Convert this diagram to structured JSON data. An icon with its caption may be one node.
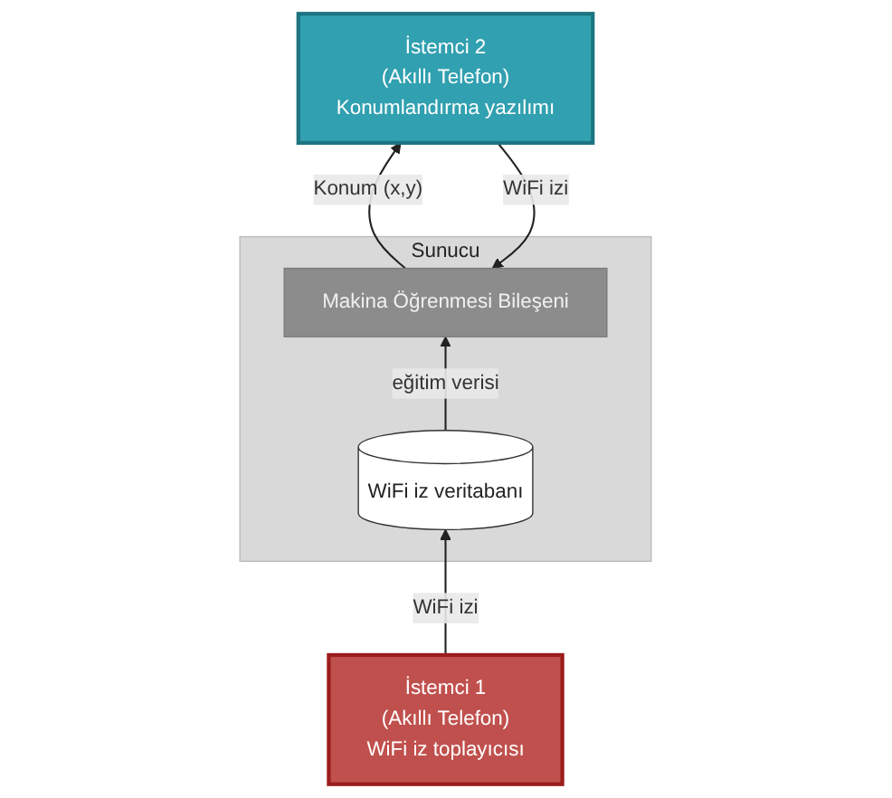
{
  "diagram": {
    "nodes": [
      {
        "text": [
          "Sunucu"
        ]
      },
      {
        "text": [
          "WiFi iz veritabanı"
        ],
        "in": 0
      },
      {
        "text": [
          "Makina Öğrenmesi Bileşeni"
        ],
        "in": 0
      },
      {
        "text": [
          "İstemci 1",
          "(Akıllı Telefon)",
          "WiFi iz toplayıcısı"
        ]
      },
      {
        "text": [
          "İstemci 2",
          "(Akıllı Telefon)",
          "Konumlandırma yazılımı"
        ]
      }
    ],
    "edges": [
      {
        "from": 1,
        "to": 2,
        "arrow": "to",
        "label": "eğitim verisi"
      },
      {
        "from": 3,
        "to": 1,
        "arrow": "to",
        "label": "WiFi izi"
      },
      {
        "from": 4,
        "to": 2,
        "arrow": "to",
        "label": "WiFi izi"
      },
      {
        "from": 2,
        "to": 4,
        "arrow": "to",
        "label": "Konum (x,y)"
      }
    ]
  }
}
